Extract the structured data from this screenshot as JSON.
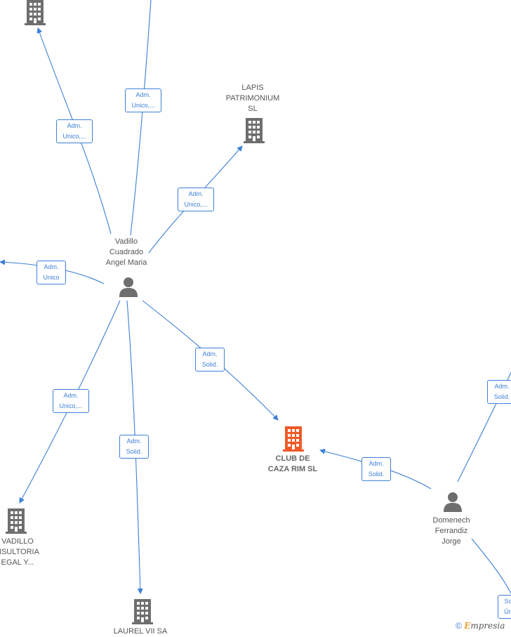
{
  "colors": {
    "edge": "#3d7fd6",
    "building": "#6e6e6e",
    "building_main": "#f05a28",
    "person": "#6e6e6e"
  },
  "nodes": {
    "top_left_company": {
      "label": ""
    },
    "lapis": {
      "label": "LAPIS\nPATRIMONIUM\nSL"
    },
    "vadillo_person": {
      "label": "Vadillo\nCuadrado\nAngel Maria"
    },
    "club": {
      "label": "CLUB DE\nCAZA RIM  SL"
    },
    "vadillo_consultoria": {
      "label": "VADILLO\nNSULTORIA\nEGAL Y..."
    },
    "laurel": {
      "label": "LAUREL VII SA"
    },
    "domenech": {
      "label": "Domenech\nFerrandiz\nJorge"
    }
  },
  "edges": {
    "e_top": {
      "label": "Adm.\nUnico,..."
    },
    "e_top_left": {
      "label": "Adm.\nUnico,..."
    },
    "e_lapis": {
      "label": "Adm.\nUnico,..."
    },
    "e_left": {
      "label": "Adm.\nUnico"
    },
    "e_club": {
      "label": "Adm.\nSolid."
    },
    "e_consultoria": {
      "label": "Adm.\nUnico,..."
    },
    "e_laurel": {
      "label": "Adm.\nSolid."
    },
    "e_domenech_club": {
      "label": "Adm.\nSolid."
    },
    "e_domenech_top_right": {
      "label": "Adm.\nSolid."
    },
    "e_domenech_bottom_right": {
      "label": "So\nÚn"
    }
  },
  "brand": {
    "copyright": "©",
    "e": "E",
    "rest": "mpresia"
  }
}
